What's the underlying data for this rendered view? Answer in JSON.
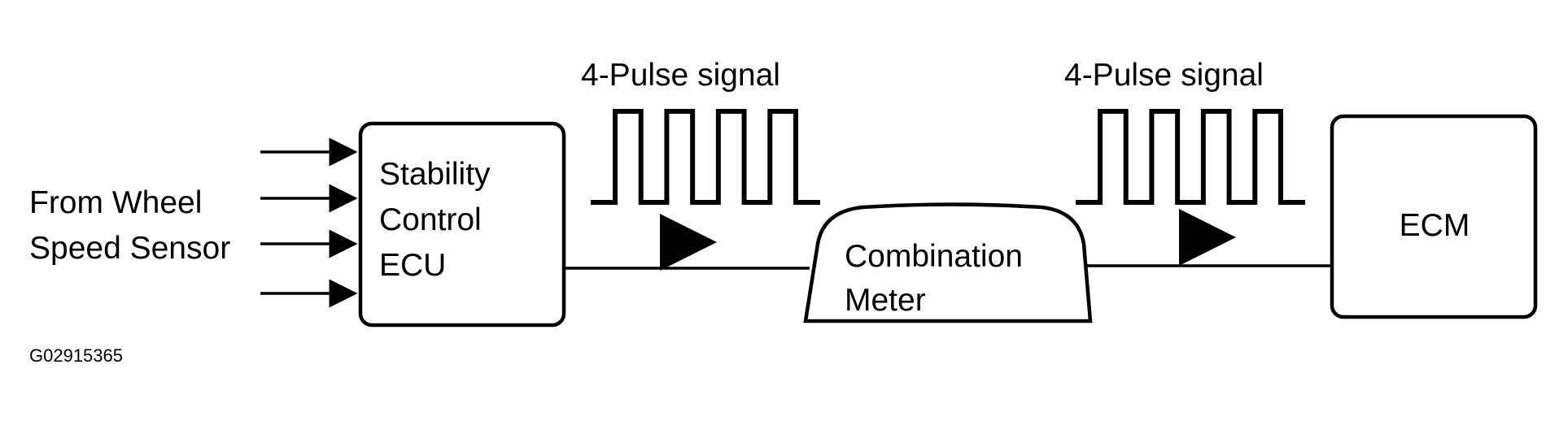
{
  "colors": {
    "ink": "#000000",
    "background": "#ffffff"
  },
  "input": {
    "line1": "From Wheel",
    "line2": "Speed Sensor"
  },
  "ecu": {
    "line1": "Stability",
    "line2": "Control",
    "line3": "ECU"
  },
  "signal_left": {
    "label": "4-Pulse  signal",
    "pulse_count": 4
  },
  "meter": {
    "line1": "Combination",
    "line2": "Meter"
  },
  "signal_right": {
    "label": "4-Pulse  signal",
    "pulse_count": 4
  },
  "ecm": {
    "label": "ECM"
  },
  "figure_id": "G02915365"
}
